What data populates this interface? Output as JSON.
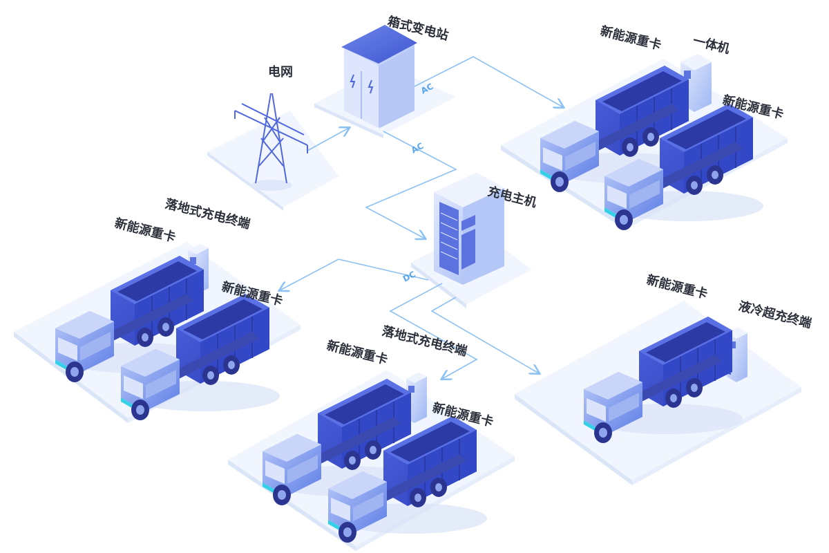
{
  "labels": {
    "grid": "电网",
    "substation": "箱式变电站",
    "charging_host": "充电主机",
    "truck_tr_1": "新能源重卡",
    "truck_tr_2": "新能源重卡",
    "all_in_one": "一体机",
    "truck_l_1": "新能源重卡",
    "truck_l_2": "新能源重卡",
    "floor_charger_l": "落地式充电终端",
    "truck_b_1": "新能源重卡",
    "truck_b_2": "新能源重卡",
    "floor_charger_b": "落地式充电终端",
    "truck_r_1": "新能源重卡",
    "liquid_cooled": "液冷超充终端"
  },
  "flows": {
    "ac_1": "AC",
    "ac_2": "AC",
    "dc": "DC"
  },
  "colors": {
    "platform_top": "#f1f5fd",
    "platform_side": "#dbe5f8",
    "connector": "#8cc1f3",
    "truck_body": "#3e56d6",
    "truck_dark": "#2c3fae",
    "cab": "#7f9ff0",
    "equipment": "#a9bff5"
  }
}
